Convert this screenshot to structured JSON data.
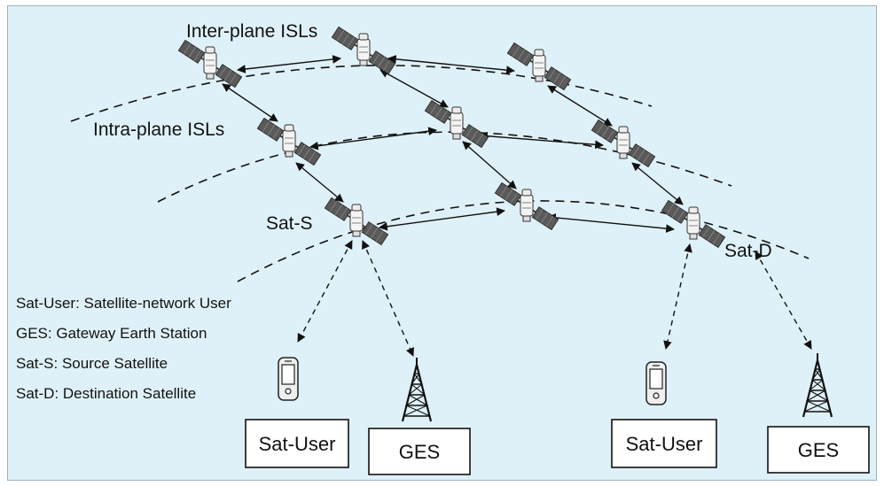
{
  "labels": {
    "inter_plane": "Inter-plane ISLs",
    "intra_plane": "Intra-plane ISLs",
    "sat_s": "Sat-S",
    "sat_d": "Sat-D"
  },
  "legend": [
    "Sat-User: Satellite-network User",
    "GES: Gateway Earth Station",
    "Sat-S: Source Satellite",
    "Sat-D: Destination Satellite"
  ],
  "ground_boxes": {
    "user_left": "Sat-User",
    "ges_left": "GES",
    "user_right": "Sat-User",
    "ges_right": "GES"
  },
  "icons": {
    "satellite": "satellite-icon",
    "handheld": "handheld-device-icon",
    "tower": "antenna-tower-icon"
  },
  "colors": {
    "background": "#dff1f8",
    "line": "#111111"
  }
}
